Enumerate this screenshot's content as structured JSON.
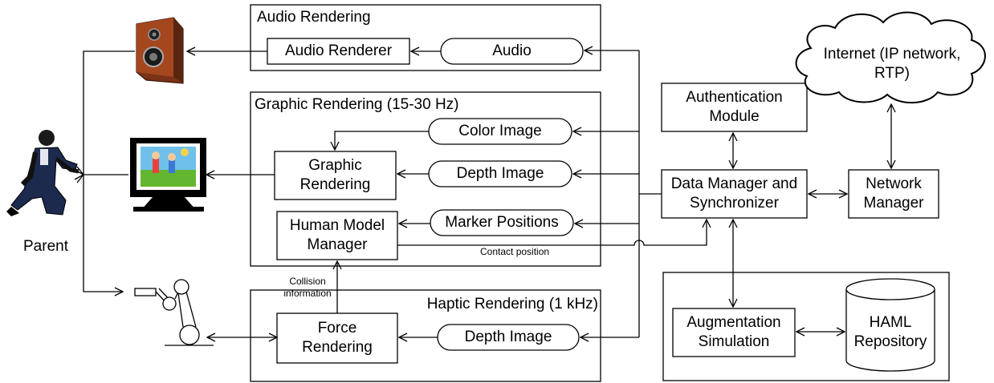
{
  "groups": {
    "audio": "Audio Rendering",
    "graphic": "Graphic Rendering (15-30 Hz)",
    "haptic": "Haptic Rendering (1 kHz)"
  },
  "blocks": {
    "audio_renderer": "Audio Renderer",
    "audio": "Audio",
    "color_image": "Color Image",
    "graphic_rendering": "Graphic Rendering",
    "depth_image": "Depth Image",
    "human_model_manager": "Human Model Manager",
    "marker_positions": "Marker Positions",
    "force_rendering": "Force Rendering",
    "depth_image_haptic": "Depth Image",
    "authentication_module": "Authentication Module",
    "data_manager": "Data Manager and Synchronizer",
    "network_manager": "Network Manager",
    "internet": "Internet (IP network, RTP)",
    "augmentation_simulation": "Augmentation Simulation",
    "haml_repository": "HAML Repository"
  },
  "annotations": {
    "parent": "Parent",
    "contact_position": "Contact position",
    "collision_line1": "Collision",
    "collision_line2": "information"
  },
  "icons": [
    "speaker-icon",
    "monitor-icon",
    "person-icon",
    "haptic-device-icon"
  ]
}
